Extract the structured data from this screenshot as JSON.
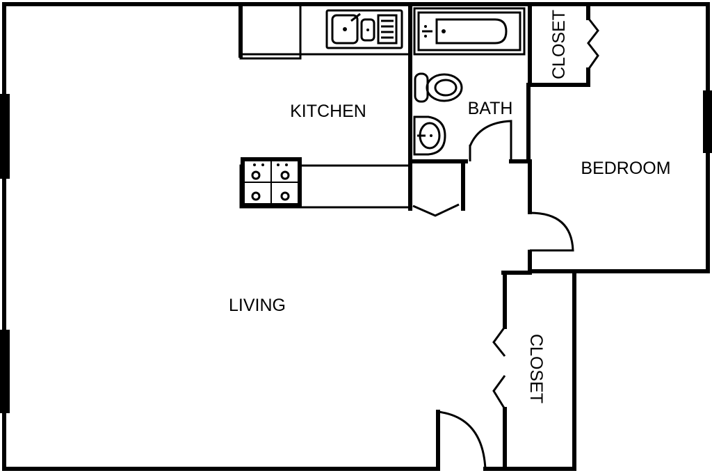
{
  "rooms": {
    "kitchen": "KITCHEN",
    "bath": "BATH",
    "bedroom": "BEDROOM",
    "living": "LIVING",
    "closet_top": "CLOSET",
    "closet_bottom": "CLOSET"
  },
  "colors": {
    "line": "#000000",
    "background": "#ffffff"
  }
}
